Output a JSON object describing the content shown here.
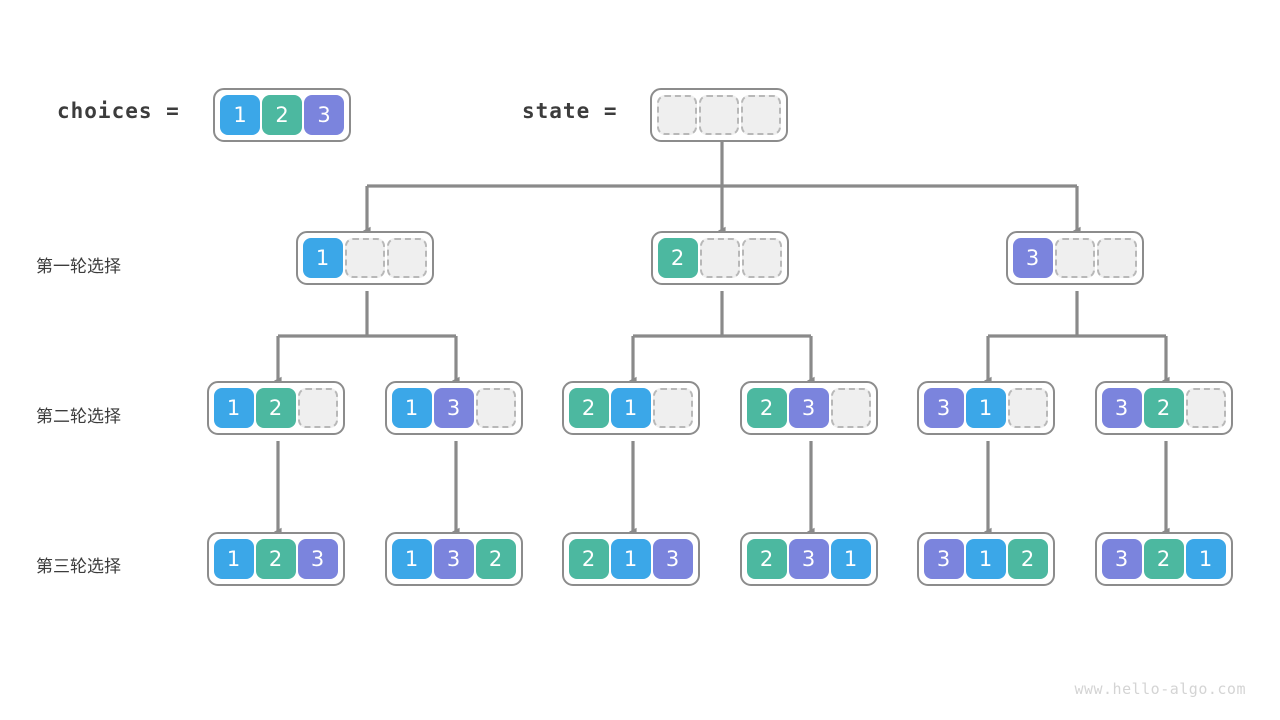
{
  "title": "Permutation backtracking decision tree",
  "palette": {
    "value_1": "#3BA7E8",
    "value_2": "#4CB8A0",
    "value_3": "#7B84DD",
    "empty_fill": "#EFEFEF",
    "empty_border": "#B8B8B8",
    "node_border": "#8C8C8C",
    "edge": "#8A8A8A",
    "text": "#3C3C3C",
    "watermark": "#D4D4D4",
    "background": "#FFFFFF"
  },
  "header": {
    "choices_label": "choices =",
    "choices_values": [
      "1",
      "2",
      "3"
    ],
    "state_label": "state =",
    "state_values": [
      "",
      "",
      ""
    ]
  },
  "row_labels": [
    "第一轮选择",
    "第二轮选择",
    "第三轮选择"
  ],
  "rows": [
    {
      "label": "第一轮选择",
      "nodes": [
        {
          "cells": [
            "1",
            "",
            ""
          ]
        },
        {
          "cells": [
            "2",
            "",
            ""
          ]
        },
        {
          "cells": [
            "3",
            "",
            ""
          ]
        }
      ]
    },
    {
      "label": "第二轮选择",
      "nodes": [
        {
          "cells": [
            "1",
            "2",
            ""
          ]
        },
        {
          "cells": [
            "1",
            "3",
            ""
          ]
        },
        {
          "cells": [
            "2",
            "1",
            ""
          ]
        },
        {
          "cells": [
            "2",
            "3",
            ""
          ]
        },
        {
          "cells": [
            "3",
            "1",
            ""
          ]
        },
        {
          "cells": [
            "3",
            "2",
            ""
          ]
        }
      ]
    },
    {
      "label": "第三轮选择",
      "nodes": [
        {
          "cells": [
            "1",
            "2",
            "3"
          ]
        },
        {
          "cells": [
            "1",
            "3",
            "2"
          ]
        },
        {
          "cells": [
            "2",
            "1",
            "3"
          ]
        },
        {
          "cells": [
            "2",
            "3",
            "1"
          ]
        },
        {
          "cells": [
            "3",
            "1",
            "2"
          ]
        },
        {
          "cells": [
            "3",
            "2",
            "1"
          ]
        }
      ]
    }
  ],
  "watermark": "www.hello-algo.com"
}
